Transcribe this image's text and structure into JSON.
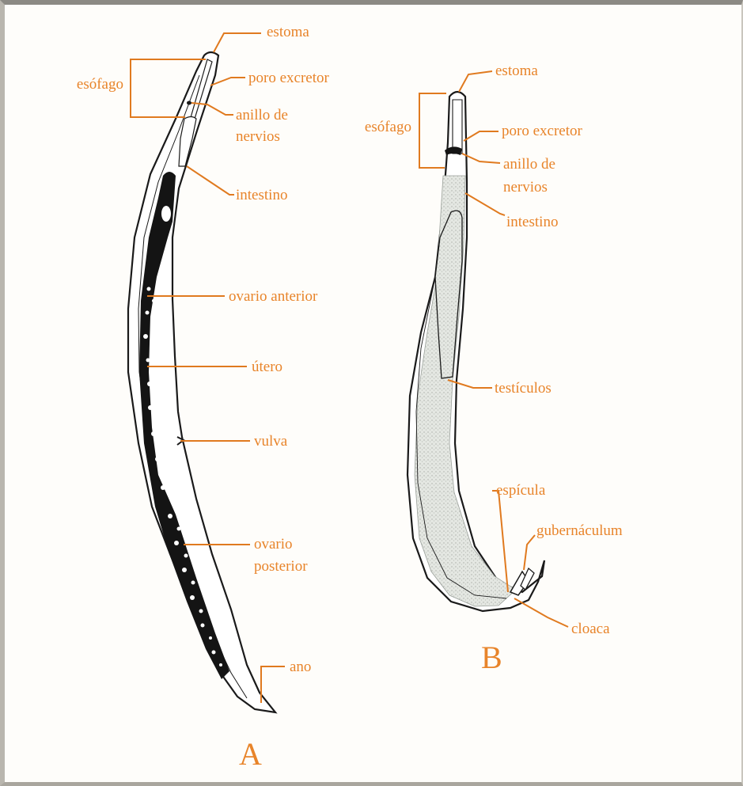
{
  "colors": {
    "label": "#e8842a",
    "leader": "#e07a1f",
    "outline": "#1a1a1a",
    "dark_organ": "#141414",
    "stipple": "#d9dcd6",
    "background": "#fefdfa"
  },
  "worm_a": {
    "letter": "A",
    "labels": {
      "estoma": "estoma",
      "esofago": "esófago",
      "poro_excretor": "poro excretor",
      "anillo_line1": "anillo de",
      "anillo_line2": "nervios",
      "intestino": "intestino",
      "ovario_anterior": "ovario anterior",
      "utero": "útero",
      "vulva": "vulva",
      "ovario_post_line1": "ovario",
      "ovario_post_line2": "posterior",
      "ano": "ano"
    }
  },
  "worm_b": {
    "letter": "B",
    "labels": {
      "estoma": "estoma",
      "esofago": "esófago",
      "poro_excretor": "poro excretor",
      "anillo_line1": "anillo de",
      "anillo_line2": "nervios",
      "intestino": "intestino",
      "testiculos": "testículos",
      "espicula": "espícula",
      "gubernaculum": "gubernáculum",
      "cloaca": "cloaca"
    }
  }
}
